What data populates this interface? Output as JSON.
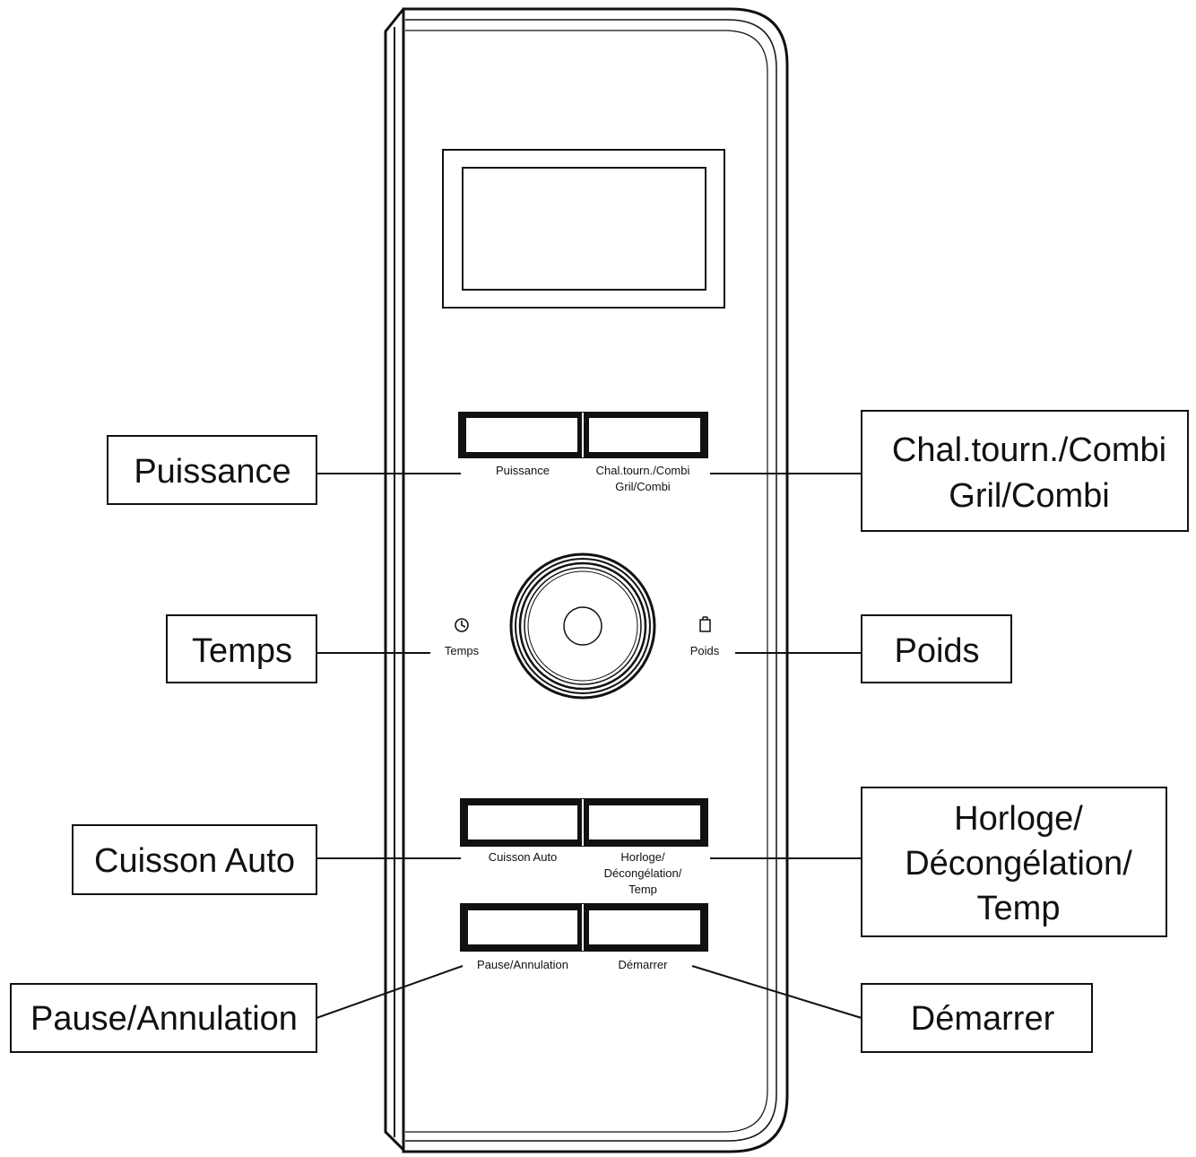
{
  "panel": {
    "buttons": {
      "puissance": "Puissance",
      "chal_combi_line1": "Chal.tourn./Combi",
      "chal_combi_line2": "Gril/Combi",
      "cuisson_auto": "Cuisson Auto",
      "horloge_line1": "Horloge/",
      "horloge_line2": "Décongélation/",
      "horloge_line3": "Temp",
      "pause": "Pause/Annulation",
      "demarrer": "Démarrer"
    },
    "dial": {
      "temps": "Temps",
      "poids": "Poids"
    }
  },
  "callouts": {
    "puissance": "Puissance",
    "chal_combi_line1": "Chal.tourn./Combi",
    "chal_combi_line2": "Gril/Combi",
    "temps": "Temps",
    "poids": "Poids",
    "cuisson_auto": "Cuisson Auto",
    "horloge_line1": "Horloge/",
    "horloge_line2": "Décongélation/",
    "horloge_line3": "Temp",
    "pause": "Pause/Annulation",
    "demarrer": "Démarrer"
  }
}
